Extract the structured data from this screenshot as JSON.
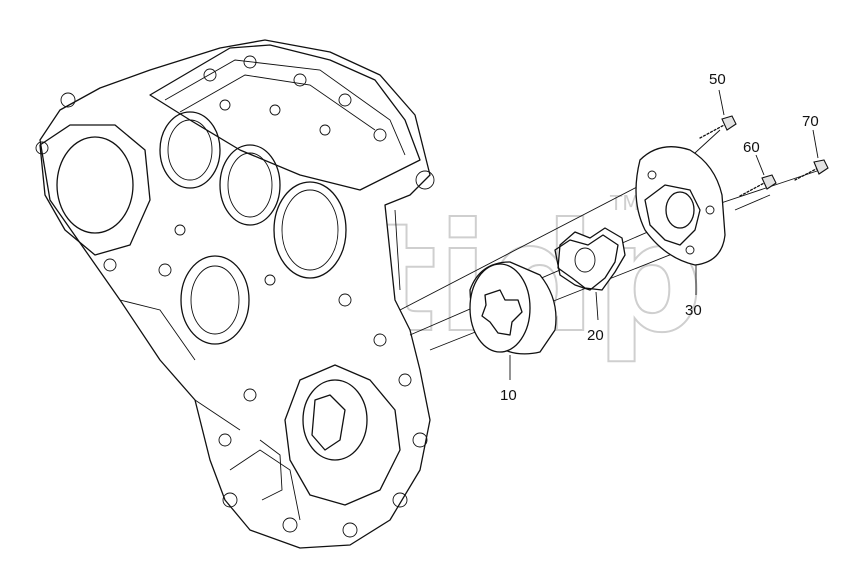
{
  "watermark": {
    "text": "Elitidp",
    "tm": "TM",
    "color": "#cfcfcf"
  },
  "callouts": [
    {
      "id": "p10",
      "label": "10"
    },
    {
      "id": "p20",
      "label": "20"
    },
    {
      "id": "p30",
      "label": "30"
    },
    {
      "id": "p50",
      "label": "50"
    },
    {
      "id": "p60",
      "label": "60"
    },
    {
      "id": "p70",
      "label": "70"
    }
  ],
  "colors": {
    "line": "#111111",
    "background": "#ffffff"
  }
}
